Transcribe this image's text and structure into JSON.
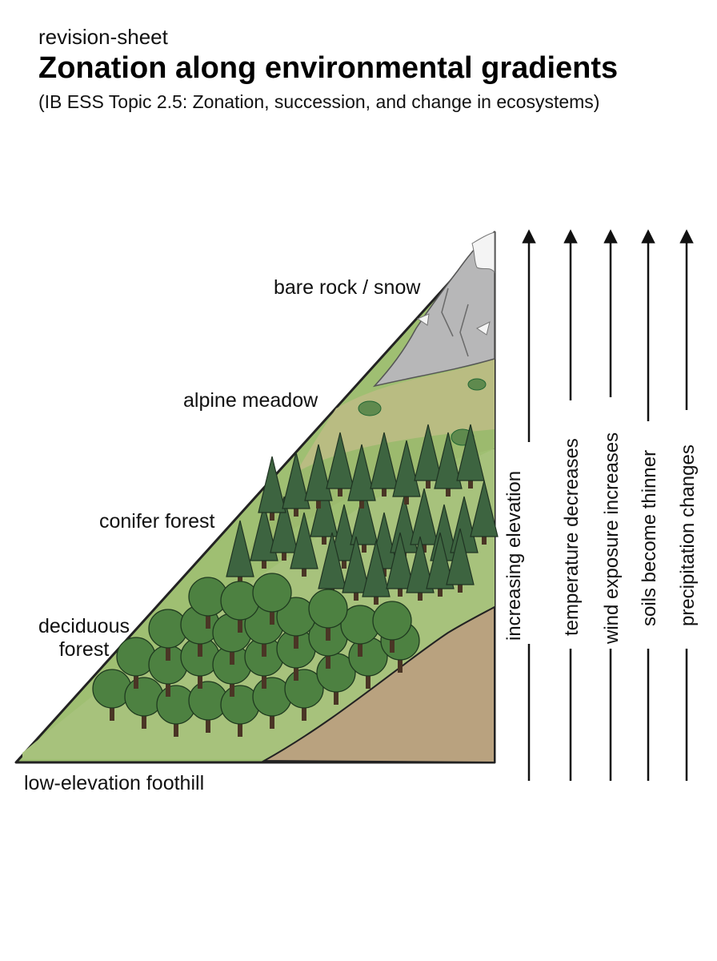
{
  "header": {
    "sheet_type": "revision-sheet",
    "title": "Zonation along environmental gradients",
    "subtitle": "(IB ESS Topic 2.5: Zonation, succession, and change in ecosystems)"
  },
  "zones": {
    "rock": "bare rock / snow",
    "alpine": "alpine meadow",
    "conifer": "conifer forest",
    "deciduous_line1": "deciduous",
    "deciduous_line2": "forest",
    "foothill": "low-elevation foothill"
  },
  "gradients": {
    "elevation": "increasing elevation",
    "temperature": "temperature decreases",
    "wind": "wind exposure increases",
    "soil": "soils become thinner",
    "precipitation": "precipitation changes"
  },
  "colors": {
    "rock": "#b9b9b9",
    "snow": "#f4f4f4",
    "meadow": "#b9bc82",
    "forest_ground": "#a9c27f",
    "conifer": "#3d6440",
    "deciduous": "#4d8141",
    "soil": "#b9a27f"
  }
}
